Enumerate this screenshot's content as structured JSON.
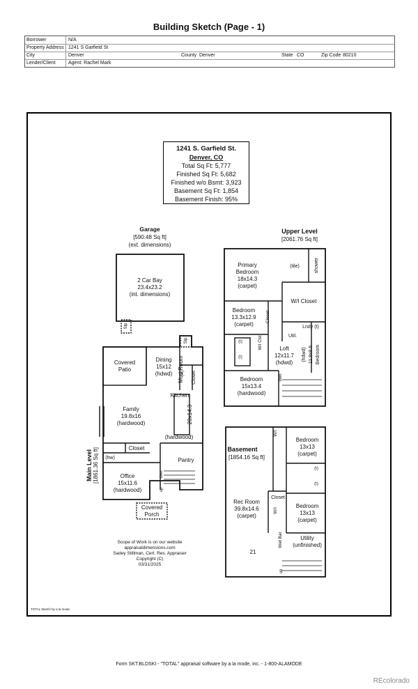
{
  "page_title": "Building Sketch (Page - 1)",
  "header": {
    "rows": [
      {
        "label": "Borrower",
        "value": "N/A"
      },
      {
        "label": "Property Address",
        "value": "1241 S Garfield St"
      },
      {
        "label": "City",
        "value": "Denver",
        "county_label": "County",
        "county": "Denver",
        "state_label": "State",
        "state": "CO",
        "zip_label": "Zip Code",
        "zip": "80210"
      },
      {
        "label": "Lender/Client",
        "value": "Agent: Rachel Mark"
      }
    ]
  },
  "info": {
    "address": "1241 S. Garfield St.",
    "city": "Denver, CO",
    "lines": [
      "Total Sq Ft: 5,777",
      "Finished Sq Ft: 5,682",
      "Finished w/o Bsmt: 3,923",
      "Basement Sq Ft: 1,854",
      "Basement Finish: 95%"
    ]
  },
  "garage": {
    "title": "Garage",
    "area": "[590.48 Sq ft]",
    "note": "(ext. dimensions)",
    "room": [
      "2 Car Bay",
      "23.4x23.2",
      "(int. dimensions)"
    ],
    "step": "Stp"
  },
  "main_level": {
    "title": "Main Level",
    "area": "[1861.36 Sq ft]",
    "rooms": {
      "covered_patio": [
        "Covered",
        "Patio"
      ],
      "dining": [
        "Dining",
        "15x12",
        "(hdwd)"
      ],
      "mud_room": "Mud Room",
      "w": "(w)",
      "closet": "Closet",
      "kitchen": "Kitchen",
      "kitchen_dim": "20x14.3",
      "kitchen_floor": "(hardwood)",
      "family": [
        "Family",
        "19.8x16",
        "(hardwood)"
      ],
      "closet2": "Closet",
      "hw": "(hw)",
      "pantry": "Pantry",
      "office": [
        "Office",
        "15x11.6",
        "(hardwood)"
      ],
      "dwn": "dwn",
      "up": "up",
      "covered_porch": [
        "Covered",
        "Porch"
      ],
      "stp": "Stp"
    }
  },
  "upper_level": {
    "title": "Upper Level",
    "area": "[2061.76 Sq ft]",
    "rooms": {
      "primary": [
        "Primary",
        "Bedroom",
        "18x14.3",
        "(carpet)"
      ],
      "tile": "(tile)",
      "shower": "shower",
      "wi_closet": "W/I Closet",
      "bedroom1": [
        "Bedroom",
        "13.3x12.9",
        "(carpet)"
      ],
      "closet": "Closet",
      "lndy": "Lndy (t)",
      "util": "Util.",
      "t1": "(t)",
      "t2": "(t)",
      "wi_clst": "W/I Clst",
      "loft": [
        "Loft",
        "12x11.7",
        "(hdwd)"
      ],
      "bedroom2": [
        "Bedroom",
        "11.8x9.6",
        "(hdwd)"
      ],
      "bedroom3": [
        "Bedroom",
        "15x13.4",
        "(hardwood)"
      ],
      "dwn": "dwn"
    }
  },
  "basement": {
    "title": "Basement",
    "area": "[1854.16 Sq ft]",
    "rooms": {
      "wi": "W/I",
      "bedroom1": [
        "Bedroom",
        "13x13",
        "(carpet)"
      ],
      "t1": "(t)",
      "t2": "(t)",
      "rec": [
        "Rec Room",
        "39.8x14.6",
        "(carpet)"
      ],
      "closet": "Closet",
      "wi2": "W/I",
      "bedroom2": [
        "Bedroom",
        "13x13",
        "(carpet)"
      ],
      "wet_bar": "Wet Bar",
      "utility": [
        "Utility",
        "(unfinished)"
      ],
      "dim21": "21",
      "up": "up"
    }
  },
  "scope": [
    "Scope of Work is on our website",
    "appraisaldimensions.com",
    "Sadey Stillman, Cert. Res. Appraiser",
    "Copyright (C)",
    "03/31/2025"
  ],
  "sketch_credit": "TOTAL Sketch by a la mode",
  "footer": "Form SKT.BLDSKI - \"TOTAL\" appraisal software by a la mode, inc. - 1-800-ALAMODE",
  "logo": "REcolorado"
}
